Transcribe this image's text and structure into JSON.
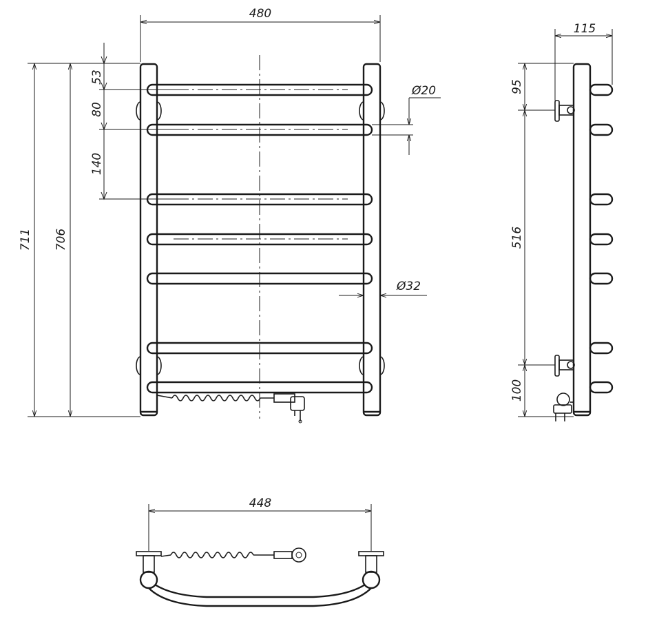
{
  "colors": {
    "ink": "#1a1a1a",
    "paper": "#ffffff"
  },
  "front_view": {
    "width_label": "480",
    "height_outer_label": "711",
    "height_inner_label": "706",
    "top_offset_label": "53",
    "gap_small_label": "80",
    "gap_large_label": "140",
    "rail_diameter_label": "Ø20",
    "post_diameter_label": "Ø32"
  },
  "side_view": {
    "depth_label": "115",
    "top_mount_label": "95",
    "mount_spacing_label": "516",
    "bottom_mount_label": "100"
  },
  "top_view": {
    "mount_width_label": "448"
  }
}
